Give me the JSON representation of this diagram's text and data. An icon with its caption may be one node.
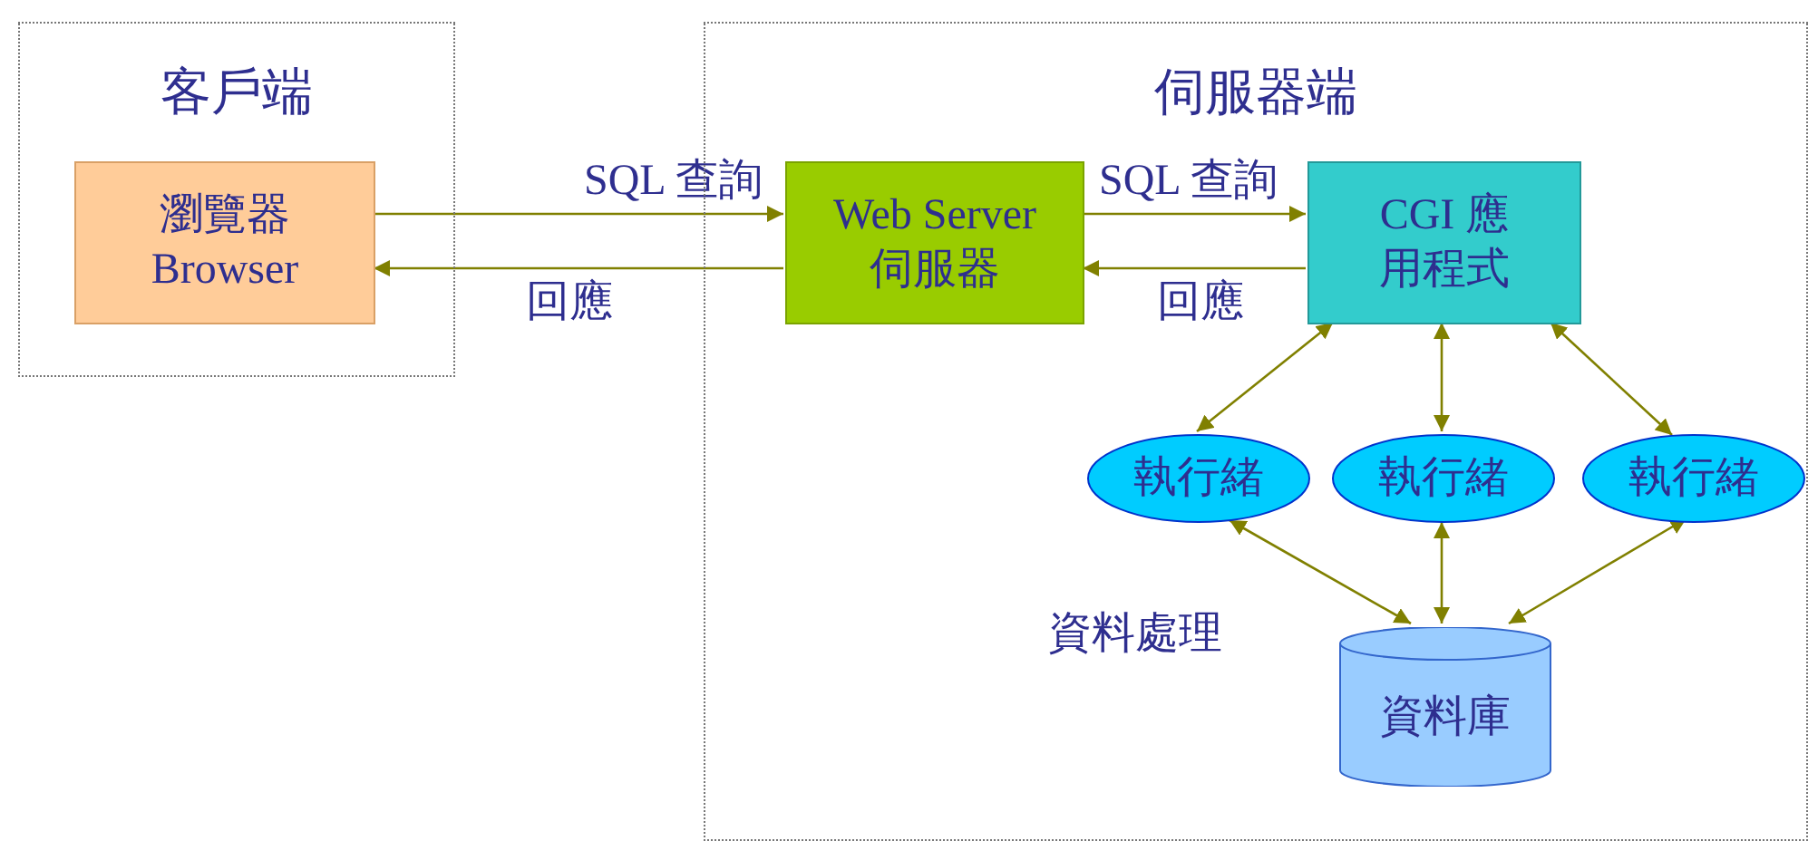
{
  "diagram": {
    "nodes": [
      {
        "text": [
          "客戶端"
        ]
      },
      {
        "text": [
          "瀏覽器 Browser"
        ],
        "in": 0
      },
      {
        "text": [
          "伺服器端"
        ]
      },
      {
        "text": [
          "Web Server 伺服器"
        ],
        "in": 2
      },
      {
        "text": [
          "CGI 應用程式"
        ],
        "in": 2
      },
      {
        "text": [
          "執行緒"
        ],
        "in": 2
      },
      {
        "text": [
          "執行緒"
        ],
        "in": 2
      },
      {
        "text": [
          "執行緒"
        ],
        "in": 2
      },
      {
        "text": [
          "資料庫"
        ],
        "in": 2
      }
    ],
    "edges": [
      {
        "from": 1,
        "to": 3,
        "arrow": "to",
        "label": "SQL 查詢"
      },
      {
        "from": 3,
        "to": 1,
        "arrow": "to",
        "label": "回應"
      },
      {
        "from": 3,
        "to": 4,
        "arrow": "to",
        "label": "SQL 查詢"
      },
      {
        "from": 4,
        "to": 3,
        "arrow": "to",
        "label": "回應"
      },
      {
        "from": 4,
        "to": 5,
        "arrow": "both"
      },
      {
        "from": 4,
        "to": 6,
        "arrow": "both"
      },
      {
        "from": 4,
        "to": 7,
        "arrow": "both"
      },
      {
        "from": 5,
        "to": 8,
        "arrow": "both"
      },
      {
        "from": 6,
        "to": 8,
        "arrow": "both"
      },
      {
        "from": 7,
        "to": 8,
        "arrow": "both"
      }
    ],
    "labels": [
      "資料處理"
    ]
  }
}
